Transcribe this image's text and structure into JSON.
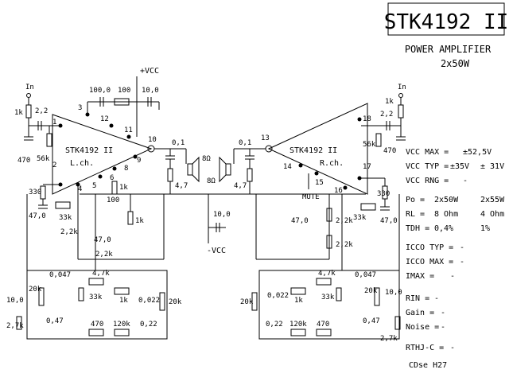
{
  "header": {
    "part": "STK4192 II",
    "function": "POWER AMPLIFIER",
    "rating": "2x50W"
  },
  "specs": [
    {
      "label": "VCC MAX =",
      "v1": "±52,5V",
      "v2": ""
    },
    {
      "label": "VCC TYP =",
      "v1": "±35V",
      "v2": "± 31V"
    },
    {
      "label": "VCC RNG =",
      "v1": "-",
      "v2": ""
    },
    {
      "label": "Po =",
      "v1": "2x50W",
      "v2": "2x55W"
    },
    {
      "label": "RL =",
      "v1": "8 Ohm",
      "v2": "4 Ohm"
    },
    {
      "label": "TDH =",
      "v1": "0,4%",
      "v2": "1%"
    },
    {
      "label": "ICCO TYP =",
      "v1": "-",
      "v2": ""
    },
    {
      "label": "ICCO MAX =",
      "v1": "-",
      "v2": ""
    },
    {
      "label": "IMAX =",
      "v1": "-",
      "v2": ""
    },
    {
      "label": "RIN =",
      "v1": "-",
      "v2": ""
    },
    {
      "label": "Gain =",
      "v1": "-",
      "v2": ""
    },
    {
      "label": "Noise =",
      "v1": "-",
      "v2": ""
    },
    {
      "label": "RTHJ-C =",
      "v1": "-",
      "v2": ""
    }
  ],
  "footer": "CDse H27",
  "supply": {
    "vcc_pos": "+VCC",
    "vcc_neg": "-VCC",
    "mute": "MUTE"
  },
  "left_channel": {
    "ic_name": "STK4192 II",
    "channel": "L.ch.",
    "input": "In",
    "pins": [
      "1",
      "2",
      "3",
      "4",
      "5",
      "6",
      "8",
      "9",
      "10",
      "11",
      "12"
    ],
    "components": [
      "1k",
      "2,2",
      "470",
      "56k",
      "100,0",
      "100",
      "10,0",
      "0,1",
      "4,7",
      "8Ω",
      "330",
      "47,0",
      "33k",
      "2,2k",
      "100",
      "1k",
      "1k",
      "47,0",
      "10,0",
      "2,2k"
    ]
  },
  "right_channel": {
    "ic_name": "STK4192 II",
    "channel": "R.ch.",
    "input": "In",
    "pins": [
      "13",
      "14",
      "15",
      "16",
      "17",
      "18"
    ],
    "components": [
      "1k",
      "2,2",
      "56k",
      "470",
      "0,1",
      "4,7",
      "8Ω",
      "330",
      "47,0",
      "33k",
      "47,0",
      "2,2k",
      "2,2k"
    ]
  },
  "left_tone": {
    "components": [
      "0,047",
      "4,7k",
      "20k",
      "33k",
      "1k",
      "0,022",
      "20k",
      "10,0",
      "2,7k",
      "0,47",
      "470",
      "120k",
      "0,22"
    ]
  },
  "right_tone": {
    "components": [
      "4,7k",
      "0,047",
      "20k",
      "0,022",
      "1k",
      "33k",
      "20k",
      "10,0",
      "0,22",
      "120k",
      "470",
      "0,47",
      "2,7k"
    ]
  }
}
